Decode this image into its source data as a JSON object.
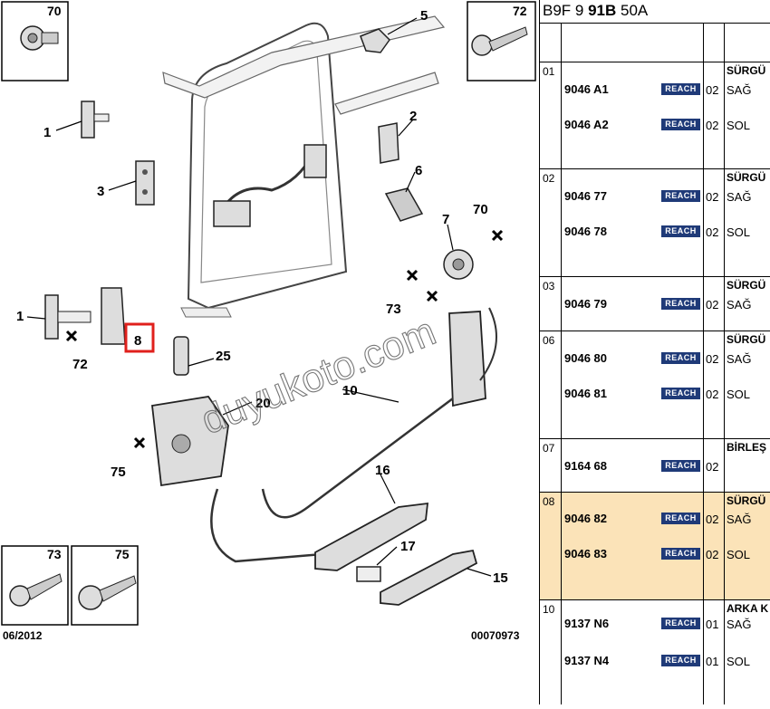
{
  "diagram": {
    "date": "06/2012",
    "ref_number": "00070973",
    "watermark": "duyukoto.com",
    "highlight_color": "#e0201c",
    "inset_boxes": [
      {
        "label": "70"
      },
      {
        "label": "72"
      },
      {
        "label": "73"
      },
      {
        "label": "75"
      }
    ],
    "callouts": [
      "1",
      "2",
      "3",
      "5",
      "6",
      "7",
      "70",
      "73",
      "1",
      "72",
      "8",
      "25",
      "20",
      "10",
      "75",
      "16",
      "17",
      "15"
    ]
  },
  "table": {
    "header_prefix": "B9F 9",
    "header_bold": "91B",
    "header_suffix": "50A",
    "reach_label": "REACH",
    "highlight_color": "#fbe3b8",
    "groups": [
      {
        "index": "01",
        "desc": "SÜRGÜ",
        "rows": [
          {
            "pn": "9046 A1",
            "qty": "02",
            "side": "SAĞ"
          },
          {
            "pn": "9046 A2",
            "qty": "02",
            "side": "SOL"
          }
        ]
      },
      {
        "index": "02",
        "desc": "SÜRGÜ",
        "rows": [
          {
            "pn": "9046 77",
            "qty": "02",
            "side": "SAĞ"
          },
          {
            "pn": "9046 78",
            "qty": "02",
            "side": "SOL"
          }
        ]
      },
      {
        "index": "03",
        "desc": "SÜRGÜ",
        "rows": [
          {
            "pn": "9046 79",
            "qty": "02",
            "side": "SAĞ"
          }
        ]
      },
      {
        "index": "06",
        "desc": "SÜRGÜ",
        "rows": [
          {
            "pn": "9046 80",
            "qty": "02",
            "side": "SAĞ"
          },
          {
            "pn": "9046 81",
            "qty": "02",
            "side": "SOL"
          }
        ]
      },
      {
        "index": "07",
        "desc": "BİRLEŞ",
        "rows": [
          {
            "pn": "9164 68",
            "qty": "02",
            "side": ""
          }
        ]
      },
      {
        "index": "08",
        "desc": "SÜRGÜ",
        "highlight": true,
        "rows": [
          {
            "pn": "9046 82",
            "qty": "02",
            "side": "SAĞ"
          },
          {
            "pn": "9046 83",
            "qty": "02",
            "side": "SOL"
          }
        ]
      },
      {
        "index": "10",
        "desc": "ARKA K",
        "rows": [
          {
            "pn": "9137 N6",
            "qty": "01",
            "side": "SAĞ"
          },
          {
            "pn": "9137 N4",
            "qty": "01",
            "side": "SOL"
          }
        ]
      }
    ]
  }
}
